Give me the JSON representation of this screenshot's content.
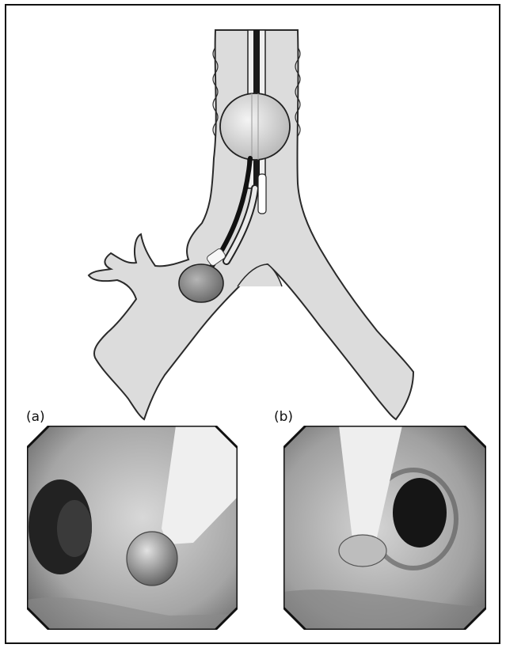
{
  "panels": [
    {
      "label": "(a)"
    },
    {
      "label": "(b)"
    }
  ],
  "colors": {
    "airway_fill": "#dcdcdc",
    "airway_outline": "#2a2a2a",
    "balloon_fill": "#c8c8c8",
    "blocker_balloon_fill": "#8e8e8e",
    "frame": "#111111"
  },
  "icons": [
    "trachea-diagram",
    "endotracheal-tube",
    "bronchial-blocker",
    "bronchoscopic-view"
  ]
}
